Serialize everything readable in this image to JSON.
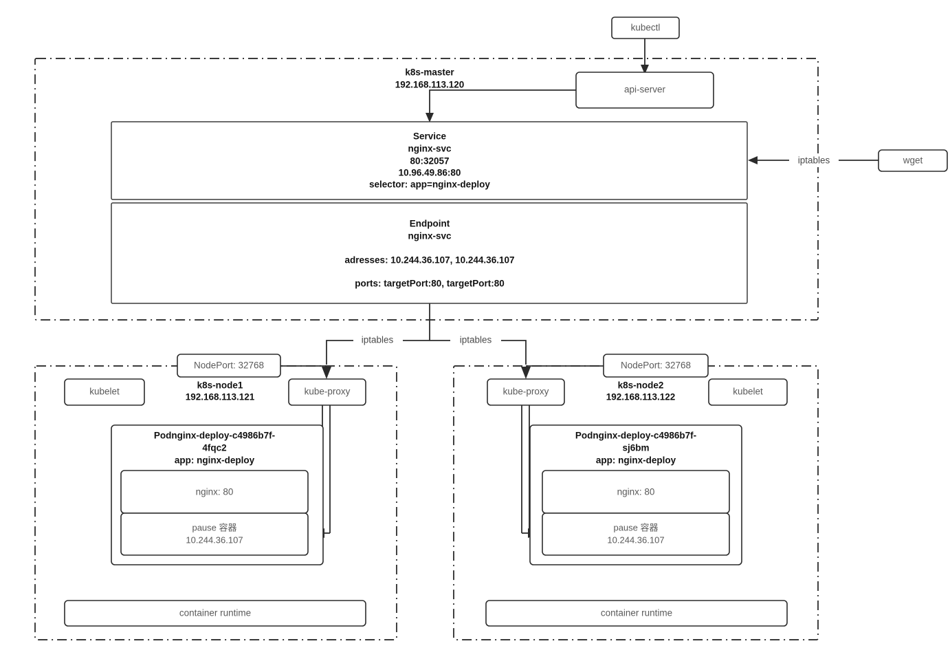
{
  "diagram": {
    "title": "Kubernetes NodePort Service traffic flow",
    "colors": {
      "background": "#ffffff",
      "box_border": "#2b2b2b",
      "zone_border": "#1f1f1f",
      "plain_text": "#5a5a5a",
      "bold_text": "#111111",
      "connector": "#2b2b2b"
    }
  },
  "external": {
    "kubectl": "kubectl",
    "wget": "wget",
    "wget_edge_label": "iptables"
  },
  "master": {
    "zone_label_name": "k8s-master",
    "zone_label_ip": "192.168.113.120",
    "api_server": "api-server",
    "service": {
      "title": "Service",
      "name": "nginx-svc",
      "ports": "80:32057",
      "cluster_ip": "10.96.49.86:80",
      "selector": "selector: app=nginx-deploy"
    },
    "endpoint": {
      "title": "Endpoint",
      "name": "nginx-svc",
      "addresses": "adresses: 10.244.36.107, 10.244.36.107",
      "ports": "ports: targetPort:80, targetPort:80"
    }
  },
  "edges": {
    "iptables_left": "iptables",
    "iptables_right": "iptables"
  },
  "nodes": [
    {
      "id": "node1",
      "zone_label_name": "k8s-node1",
      "zone_label_ip": "192.168.113.121",
      "nodeport": "NodePort: 32768",
      "kubelet": "kubelet",
      "kube_proxy": "kube-proxy",
      "pod": {
        "name_line1": "Podnginx-deploy-c4986b7f-",
        "name_line2": "4fqc2",
        "app": "app: nginx-deploy",
        "container": "nginx: 80",
        "pause_line1": "pause 容器",
        "pause_line2": "10.244.36.107"
      },
      "container_runtime": "container runtime"
    },
    {
      "id": "node2",
      "zone_label_name": "k8s-node2",
      "zone_label_ip": "192.168.113.122",
      "nodeport": "NodePort: 32768",
      "kubelet": "kubelet",
      "kube_proxy": "kube-proxy",
      "pod": {
        "name_line1": "Podnginx-deploy-c4986b7f-",
        "name_line2": "sj6bm",
        "app": "app: nginx-deploy",
        "container": "nginx: 80",
        "pause_line1": "pause 容器",
        "pause_line2": "10.244.36.107"
      },
      "container_runtime": "container runtime"
    }
  ]
}
